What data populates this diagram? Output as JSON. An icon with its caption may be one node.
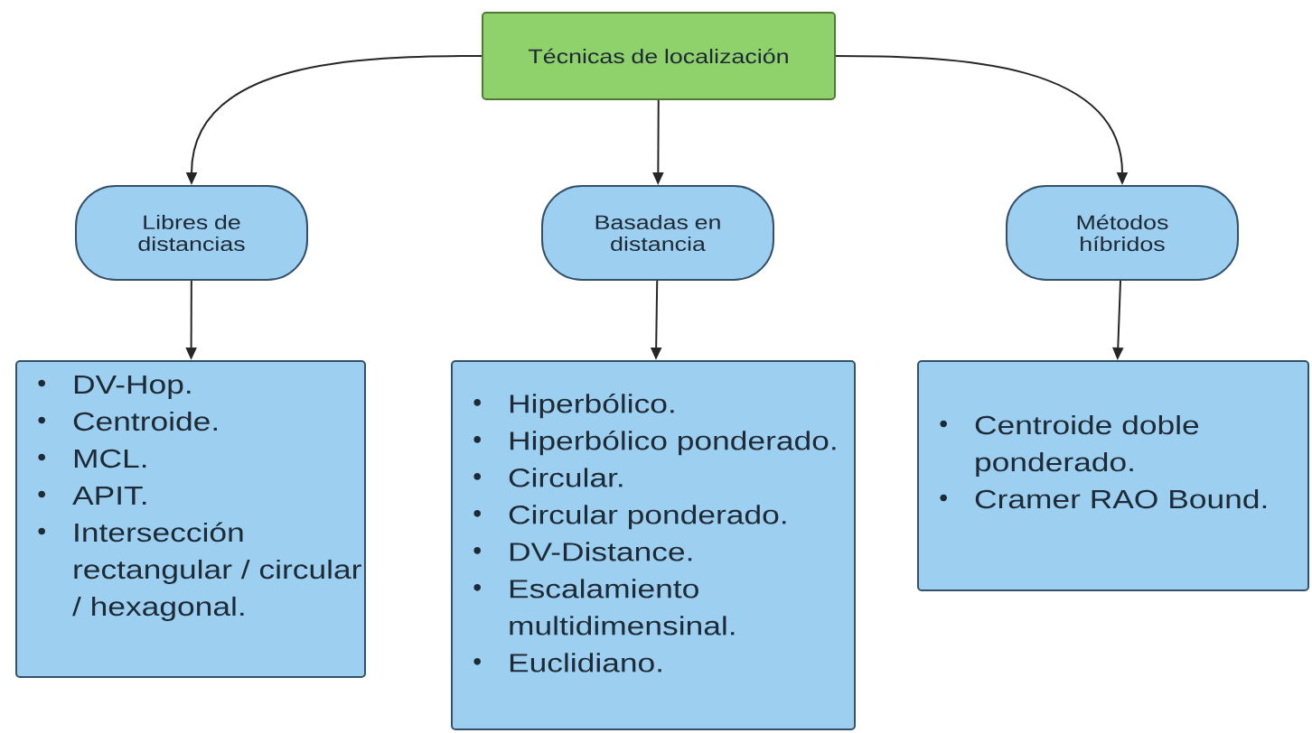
{
  "diagram": {
    "nodes": [
      {
        "text": [
          "Técnicas de localización"
        ]
      },
      {
        "text": [
          "Libres de distancias"
        ]
      },
      {
        "text": [
          "Basadas en distancia"
        ]
      },
      {
        "text": [
          "Métodos híbridos"
        ]
      },
      {
        "text": [
          "DV-Hop.",
          "Centroide.",
          "MCL.",
          "APIT.",
          "Intersección rectangular / circular / hexagonal."
        ]
      },
      {
        "text": [
          "Hiperbólico.",
          "Hiperbólico ponderado.",
          "Circular.",
          "Circular ponderado.",
          "DV-Distance.",
          "Escalamiento multidimensinal.",
          "Euclidiano."
        ]
      },
      {
        "text": [
          "Centroide doble ponderado.",
          "Cramer RAO Bound."
        ]
      }
    ],
    "edges": [
      {
        "from": 0,
        "to": 1,
        "arrow": "to"
      },
      {
        "from": 0,
        "to": 2,
        "arrow": "to"
      },
      {
        "from": 0,
        "to": 3,
        "arrow": "to"
      },
      {
        "from": 1,
        "to": 4,
        "arrow": "to"
      },
      {
        "from": 2,
        "to": 5,
        "arrow": "to"
      },
      {
        "from": 3,
        "to": 6,
        "arrow": "to"
      }
    ]
  }
}
